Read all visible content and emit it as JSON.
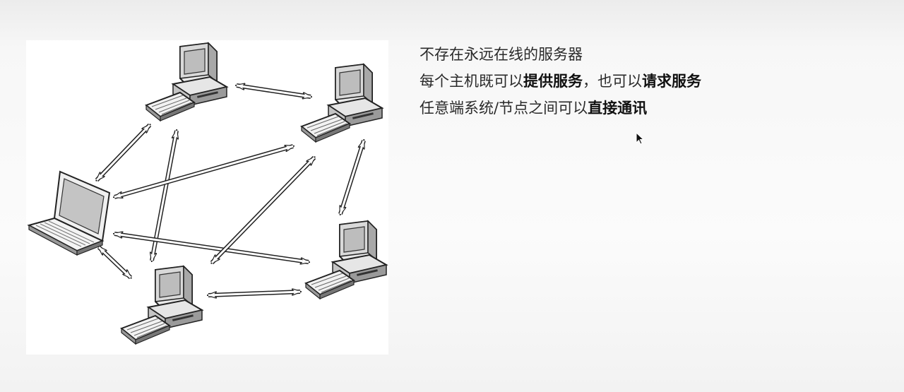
{
  "slide": {
    "lines": [
      {
        "parts": [
          {
            "text": "不存在永远在线的服务器",
            "bold": false
          }
        ]
      },
      {
        "parts": [
          {
            "text": "每个主机既可以",
            "bold": false
          },
          {
            "text": "提供服务",
            "bold": true
          },
          {
            "text": "，也可以",
            "bold": false
          },
          {
            "text": "请求服务",
            "bold": true
          }
        ]
      },
      {
        "parts": [
          {
            "text": "任意端系统/节点之间可以",
            "bold": false
          },
          {
            "text": "直接通讯",
            "bold": true
          }
        ]
      }
    ]
  },
  "diagram": {
    "nodes": [
      {
        "id": "desktop-top",
        "kind": "desktop"
      },
      {
        "id": "desktop-right-top",
        "kind": "desktop"
      },
      {
        "id": "laptop-left",
        "kind": "laptop"
      },
      {
        "id": "desktop-right-bottom",
        "kind": "desktop"
      },
      {
        "id": "desktop-bottom",
        "kind": "desktop"
      }
    ],
    "links": [
      [
        "desktop-top",
        "desktop-right-top"
      ],
      [
        "desktop-top",
        "laptop-left"
      ],
      [
        "desktop-top",
        "desktop-bottom"
      ],
      [
        "laptop-left",
        "desktop-right-top"
      ],
      [
        "laptop-left",
        "desktop-right-bottom"
      ],
      [
        "laptop-left",
        "desktop-bottom"
      ],
      [
        "desktop-bottom",
        "desktop-right-top"
      ],
      [
        "desktop-bottom",
        "desktop-right-bottom"
      ],
      [
        "desktop-right-top",
        "desktop-right-bottom"
      ]
    ]
  }
}
